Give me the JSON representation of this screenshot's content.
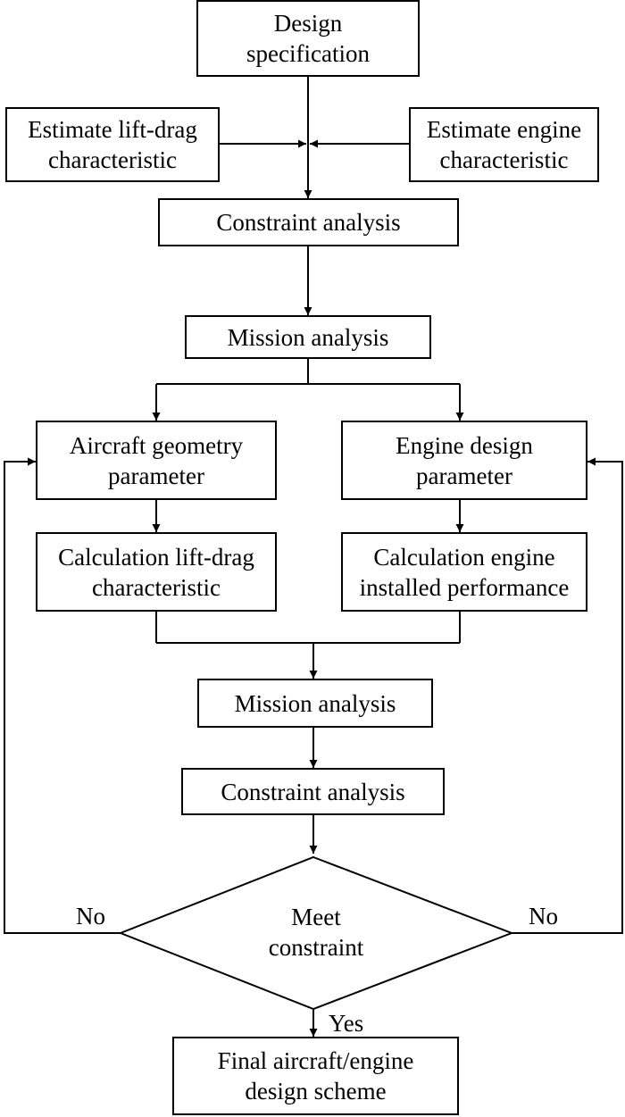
{
  "nodes": {
    "design_spec": "Design\nspecification",
    "estimate_lift_drag": "Estimate lift-drag\ncharacteristic",
    "estimate_engine": "Estimate engine\ncharacteristic",
    "constraint_analysis_1": "Constraint analysis",
    "mission_analysis_1": "Mission analysis",
    "aircraft_geometry": "Aircraft geometry\nparameter",
    "engine_design": "Engine design\nparameter",
    "calc_lift_drag": "Calculation lift-drag\ncharacteristic",
    "calc_engine": "Calculation engine\ninstalled performance",
    "mission_analysis_2": "Mission analysis",
    "constraint_analysis_2": "Constraint analysis",
    "decision": "Meet\nconstraint",
    "final": "Final aircraft/engine\ndesign scheme"
  },
  "edge_labels": {
    "no_left": "No",
    "no_right": "No",
    "yes": "Yes"
  }
}
